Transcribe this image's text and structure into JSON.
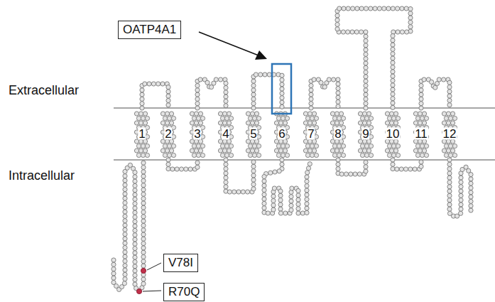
{
  "diagram": {
    "nodes": [
      {
        "text": [
          "OATP4A1"
        ]
      },
      {
        "text": [
          "V78I"
        ]
      },
      {
        "text": [
          "R70Q"
        ]
      }
    ],
    "labels": [
      "Extracellular",
      "Intracellular",
      "1",
      "2",
      "3",
      "4",
      "5",
      "6",
      "7",
      "8",
      "9",
      "10",
      "11",
      "12"
    ]
  }
}
